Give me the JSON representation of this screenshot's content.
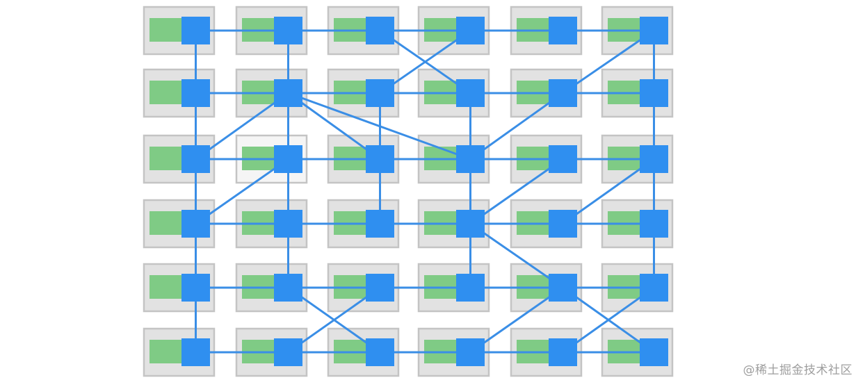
{
  "diagram": {
    "rows": 6,
    "cols": 6,
    "highlighted_cell": [
      2,
      1
    ],
    "colors": {
      "cell_border": "#c4c4c4",
      "cell_fill": "#e2e2e2",
      "cell_fill_highlight": "#f5f5f5",
      "green": "#7fcb85",
      "blue": "#2f8ff0",
      "edge": "#3a8ee6"
    },
    "edges": [
      [
        [
          0,
          0
        ],
        [
          0,
          1
        ]
      ],
      [
        [
          0,
          1
        ],
        [
          0,
          2
        ]
      ],
      [
        [
          0,
          2
        ],
        [
          0,
          3
        ]
      ],
      [
        [
          0,
          3
        ],
        [
          0,
          4
        ]
      ],
      [
        [
          0,
          4
        ],
        [
          0,
          5
        ]
      ],
      [
        [
          0,
          2
        ],
        [
          1,
          3
        ]
      ],
      [
        [
          0,
          3
        ],
        [
          1,
          2
        ]
      ],
      [
        [
          0,
          5
        ],
        [
          1,
          4
        ]
      ],
      [
        [
          0,
          0
        ],
        [
          1,
          0
        ]
      ],
      [
        [
          0,
          1
        ],
        [
          1,
          1
        ]
      ],
      [
        [
          0,
          5
        ],
        [
          1,
          5
        ]
      ],
      [
        [
          1,
          0
        ],
        [
          1,
          1
        ]
      ],
      [
        [
          1,
          1
        ],
        [
          1,
          2
        ]
      ],
      [
        [
          1,
          2
        ],
        [
          1,
          3
        ]
      ],
      [
        [
          1,
          3
        ],
        [
          1,
          4
        ]
      ],
      [
        [
          1,
          4
        ],
        [
          1,
          5
        ]
      ],
      [
        [
          1,
          1
        ],
        [
          2,
          0
        ]
      ],
      [
        [
          1,
          1
        ],
        [
          2,
          2
        ]
      ],
      [
        [
          1,
          1
        ],
        [
          2,
          3
        ]
      ],
      [
        [
          1,
          4
        ],
        [
          2,
          3
        ]
      ],
      [
        [
          1,
          0
        ],
        [
          2,
          0
        ]
      ],
      [
        [
          1,
          1
        ],
        [
          2,
          1
        ]
      ],
      [
        [
          1,
          2
        ],
        [
          2,
          2
        ]
      ],
      [
        [
          1,
          3
        ],
        [
          2,
          3
        ]
      ],
      [
        [
          1,
          5
        ],
        [
          2,
          5
        ]
      ],
      [
        [
          2,
          0
        ],
        [
          2,
          1
        ]
      ],
      [
        [
          2,
          1
        ],
        [
          2,
          2
        ]
      ],
      [
        [
          2,
          2
        ],
        [
          2,
          3
        ]
      ],
      [
        [
          2,
          3
        ],
        [
          2,
          4
        ]
      ],
      [
        [
          2,
          4
        ],
        [
          2,
          5
        ]
      ],
      [
        [
          2,
          1
        ],
        [
          3,
          0
        ]
      ],
      [
        [
          2,
          4
        ],
        [
          3,
          3
        ]
      ],
      [
        [
          2,
          5
        ],
        [
          3,
          4
        ]
      ],
      [
        [
          2,
          0
        ],
        [
          3,
          0
        ]
      ],
      [
        [
          2,
          1
        ],
        [
          3,
          1
        ]
      ],
      [
        [
          2,
          2
        ],
        [
          3,
          2
        ]
      ],
      [
        [
          2,
          3
        ],
        [
          3,
          3
        ]
      ],
      [
        [
          2,
          5
        ],
        [
          3,
          5
        ]
      ],
      [
        [
          3,
          0
        ],
        [
          3,
          1
        ]
      ],
      [
        [
          3,
          1
        ],
        [
          3,
          2
        ]
      ],
      [
        [
          3,
          2
        ],
        [
          3,
          3
        ]
      ],
      [
        [
          3,
          3
        ],
        [
          3,
          4
        ]
      ],
      [
        [
          3,
          4
        ],
        [
          3,
          5
        ]
      ],
      [
        [
          3,
          3
        ],
        [
          4,
          4
        ]
      ],
      [
        [
          3,
          0
        ],
        [
          4,
          0
        ]
      ],
      [
        [
          3,
          1
        ],
        [
          4,
          1
        ]
      ],
      [
        [
          3,
          3
        ],
        [
          4,
          3
        ]
      ],
      [
        [
          3,
          5
        ],
        [
          4,
          5
        ]
      ],
      [
        [
          4,
          0
        ],
        [
          4,
          1
        ]
      ],
      [
        [
          4,
          1
        ],
        [
          4,
          2
        ]
      ],
      [
        [
          4,
          2
        ],
        [
          4,
          3
        ]
      ],
      [
        [
          4,
          3
        ],
        [
          4,
          4
        ]
      ],
      [
        [
          4,
          4
        ],
        [
          4,
          5
        ]
      ],
      [
        [
          4,
          1
        ],
        [
          5,
          2
        ]
      ],
      [
        [
          4,
          2
        ],
        [
          5,
          1
        ]
      ],
      [
        [
          4,
          4
        ],
        [
          5,
          3
        ]
      ],
      [
        [
          4,
          4
        ],
        [
          5,
          5
        ]
      ],
      [
        [
          4,
          5
        ],
        [
          5,
          4
        ]
      ],
      [
        [
          4,
          0
        ],
        [
          5,
          0
        ]
      ],
      [
        [
          5,
          0
        ],
        [
          5,
          1
        ]
      ],
      [
        [
          5,
          1
        ],
        [
          5,
          2
        ]
      ],
      [
        [
          5,
          2
        ],
        [
          5,
          3
        ]
      ],
      [
        [
          5,
          3
        ],
        [
          5,
          4
        ]
      ],
      [
        [
          5,
          4
        ],
        [
          5,
          5
        ]
      ]
    ]
  },
  "watermark": "@稀土掘金技术社区"
}
